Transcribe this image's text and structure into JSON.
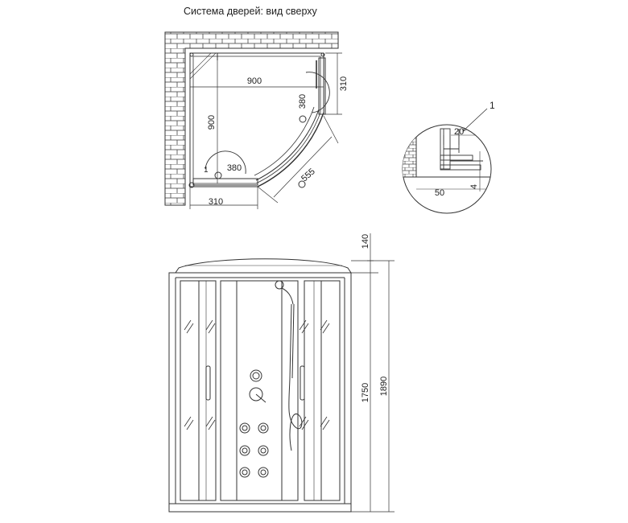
{
  "title": "Система дверей: вид сверху",
  "top_view": {
    "width_label": "900",
    "depth_label": "900",
    "side_offset_label": "310",
    "bottom_offset_label": "310",
    "door_opening_vertical": "380",
    "door_opening_horizontal": "380",
    "diagonal_label": "555"
  },
  "detail": {
    "callout_number": "1",
    "gap_label": "20",
    "width_label": "50",
    "height_label": "4"
  },
  "front_view": {
    "top_height_label": "140",
    "cabin_height_label": "1750",
    "total_height_label": "1890"
  },
  "colors": {
    "line": "#333333",
    "text": "#222222"
  }
}
